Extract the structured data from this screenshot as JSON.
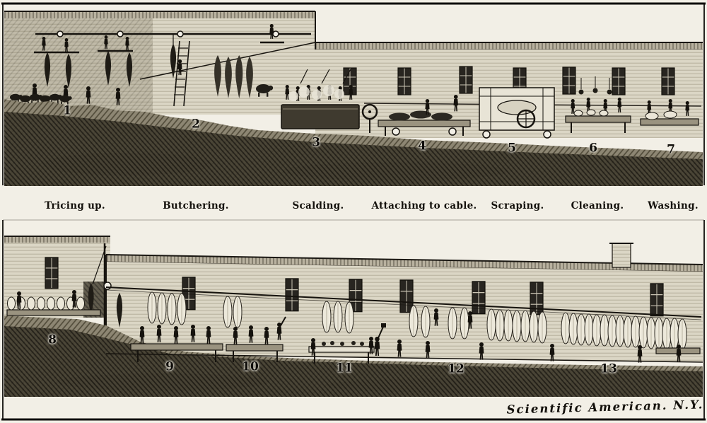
{
  "artwork": {
    "top_stations": [
      {
        "number": "1",
        "label": "Tricing up."
      },
      {
        "number": "2",
        "label": "Butchering."
      },
      {
        "number": "3",
        "label": "Scalding."
      },
      {
        "number": "4",
        "label": "Attaching to cable."
      },
      {
        "number": "5",
        "label": "Scraping."
      },
      {
        "number": "6",
        "label": "Cleaning."
      },
      {
        "number": "7",
        "label": "Washing."
      }
    ],
    "bottom_stations": [
      {
        "number": "8"
      },
      {
        "number": "9"
      },
      {
        "number": "10"
      },
      {
        "number": "11"
      },
      {
        "number": "12"
      },
      {
        "number": "13"
      }
    ],
    "signature": "Scientific American. N.Y.",
    "colors": {
      "paper": "#f2efe6",
      "ink": "#14110c"
    }
  }
}
